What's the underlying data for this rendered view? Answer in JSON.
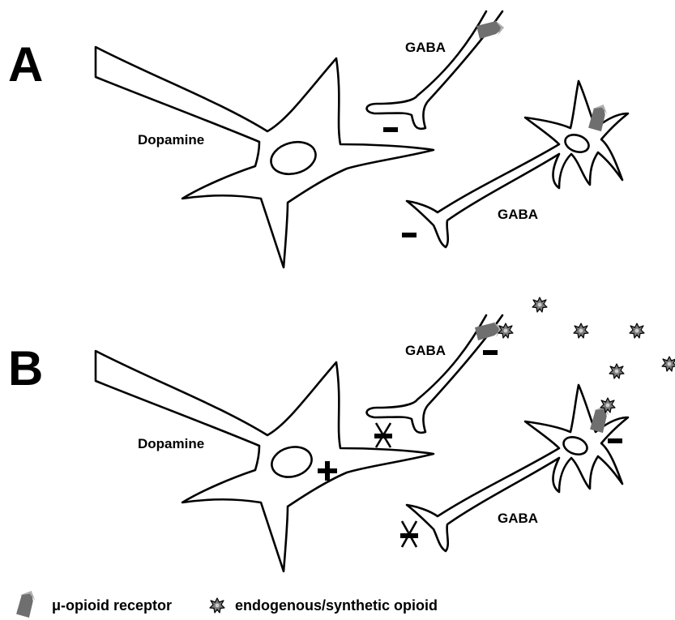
{
  "panels": [
    {
      "label": "A",
      "dopamine_label": "Dopamine",
      "gaba_upper_label": "GABA",
      "gaba_lower_label": "GABA",
      "inhibition_upper": "–",
      "inhibition_lower": "–"
    },
    {
      "label": "B",
      "dopamine_label": "Dopamine",
      "gaba_upper_label": "GABA",
      "gaba_lower_label": "GABA",
      "excitation_sign": "+",
      "receptor_inhibition_upper": "–",
      "receptor_inhibition_lower": "–"
    }
  ],
  "legend": {
    "receptor_label": "μ-opioid receptor",
    "opioid_label": "endogenous/synthetic opioid"
  },
  "colors": {
    "receptor_dark": "#6f6f6f",
    "receptor_light": "#a8a8a8",
    "opioid_fill": "#7a7a7a",
    "outline": "#000000"
  }
}
